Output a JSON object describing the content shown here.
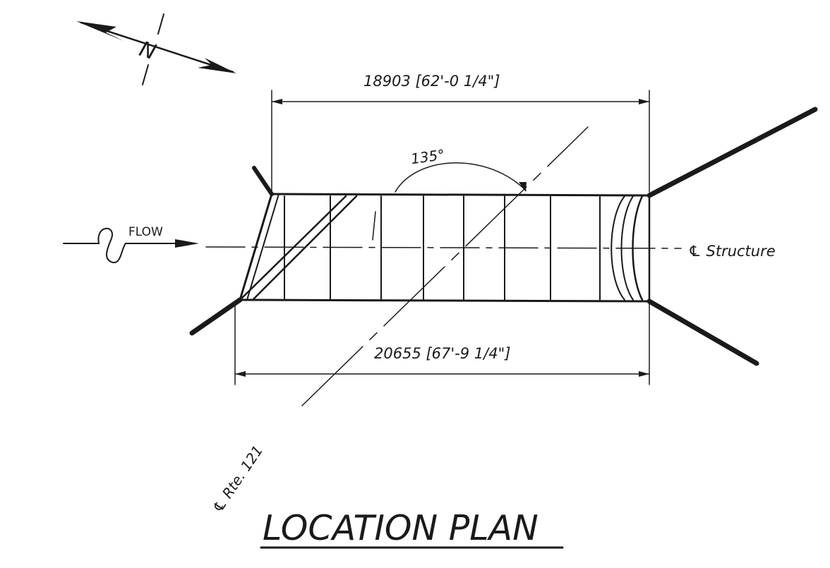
{
  "title": "LOCATION PLAN",
  "north_label": "N",
  "flow_label": "FLOW",
  "dimension_top": "18903 [62'-0 1/4\"]",
  "dimension_bottom": "20655 [67'-9 1/4\"]",
  "angle_label": "135°",
  "structure_label": "℄ Structure",
  "route_label": "℄ Rte. 121"
}
